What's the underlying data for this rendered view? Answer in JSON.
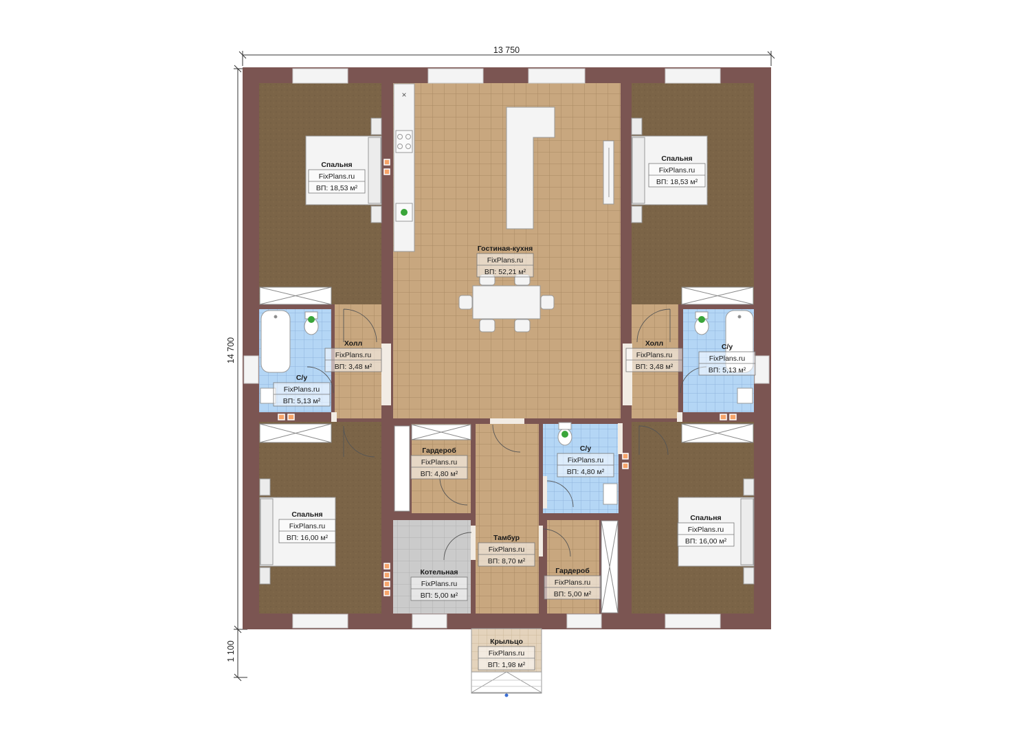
{
  "dimensions": {
    "width": "13 750",
    "height": "14 700",
    "porch_depth": "1 100"
  },
  "colors": {
    "wall": "#7b5552",
    "floor_wood": "#7b6447",
    "floor_tile": "#c8a77f",
    "floor_bath": "#b4d6f5",
    "floor_boiler": "#cbcbcb",
    "tile_grid": "#a98a63",
    "bath_grid": "#8fb4dd"
  },
  "rooms": [
    {
      "key": "bedroom_tl",
      "name": "Спальня",
      "site": "FixPlans.ru",
      "area": "ВП: 18,53 м²"
    },
    {
      "key": "living",
      "name": "Гостиная-кухня",
      "site": "FixPlans.ru",
      "area": "ВП: 52,21 м²"
    },
    {
      "key": "bedroom_tr",
      "name": "Спальня",
      "site": "FixPlans.ru",
      "area": "ВП: 18,53 м²"
    },
    {
      "key": "hall_l",
      "name": "Холл",
      "site": "FixPlans.ru",
      "area": "ВП: 3,48 м²"
    },
    {
      "key": "bath_l",
      "name": "С/у",
      "site": "FixPlans.ru",
      "area": "ВП: 5,13 м²"
    },
    {
      "key": "hall_r",
      "name": "Холл",
      "site": "FixPlans.ru",
      "area": "ВП: 3,48 м²"
    },
    {
      "key": "bath_r",
      "name": "С/у",
      "site": "FixPlans.ru",
      "area": "ВП: 5,13 м²"
    },
    {
      "key": "wardrobe_top",
      "name": "Гардероб",
      "site": "FixPlans.ru",
      "area": "ВП: 4,80 м²"
    },
    {
      "key": "wc_mid",
      "name": "С/у",
      "site": "FixPlans.ru",
      "area": "ВП: 4,80 м²"
    },
    {
      "key": "bedroom_bl",
      "name": "Спальня",
      "site": "FixPlans.ru",
      "area": "ВП: 16,00 м²"
    },
    {
      "key": "bedroom_br",
      "name": "Спальня",
      "site": "FixPlans.ru",
      "area": "ВП: 16,00 м²"
    },
    {
      "key": "vestibule",
      "name": "Тамбур",
      "site": "FixPlans.ru",
      "area": "ВП: 8,70 м²"
    },
    {
      "key": "boiler",
      "name": "Котельная",
      "site": "FixPlans.ru",
      "area": "ВП: 5,00 м²"
    },
    {
      "key": "wardrobe_bottom",
      "name": "Гардероб",
      "site": "FixPlans.ru",
      "area": "ВП: 5,00 м²"
    },
    {
      "key": "porch",
      "name": "Крыльцо",
      "site": "FixPlans.ru",
      "area": "ВП: 1,98 м²"
    }
  ]
}
